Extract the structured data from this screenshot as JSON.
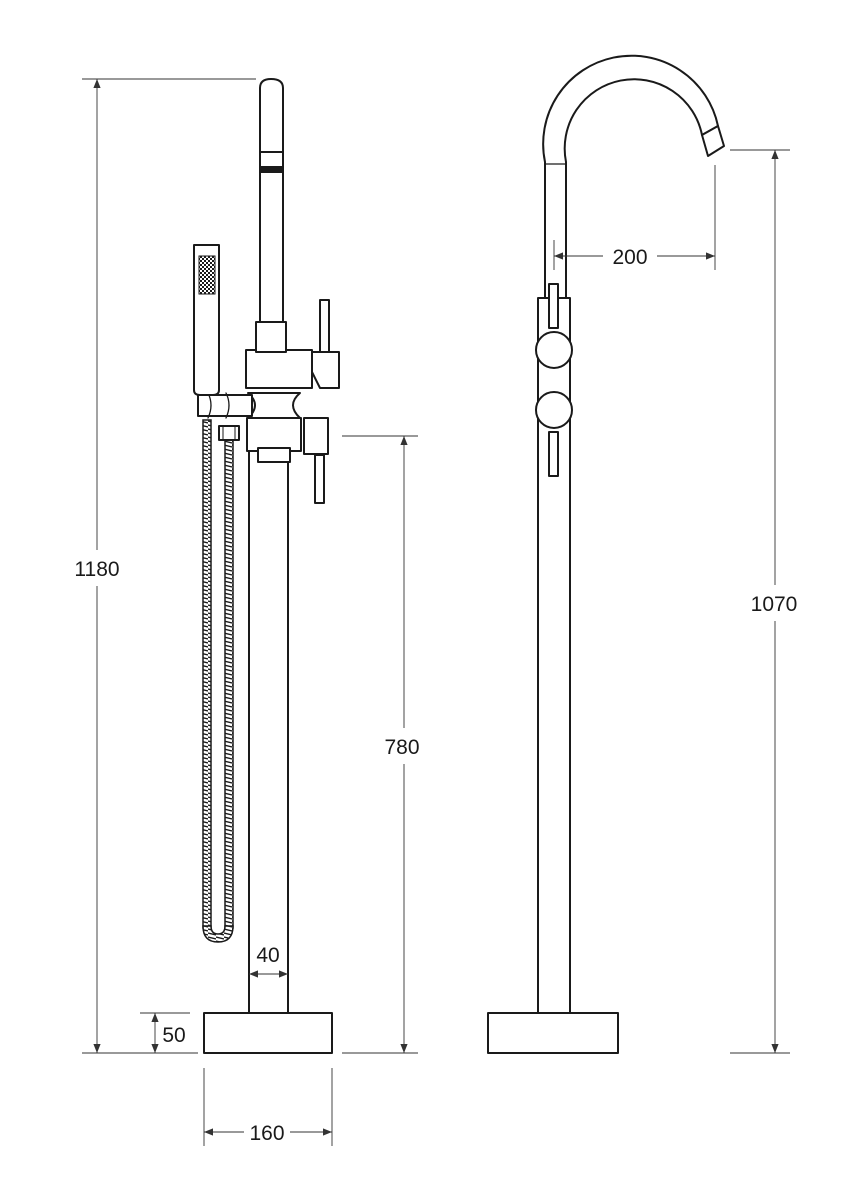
{
  "colors": {
    "line": "#1a1a1a",
    "dimension": "#333333",
    "background": "#ffffff"
  },
  "dimensions": {
    "overall_height": "1180",
    "spout_height": "1070",
    "spout_reach": "200",
    "handle_height": "780",
    "body_width": "40",
    "base_height": "50",
    "base_width": "160"
  }
}
